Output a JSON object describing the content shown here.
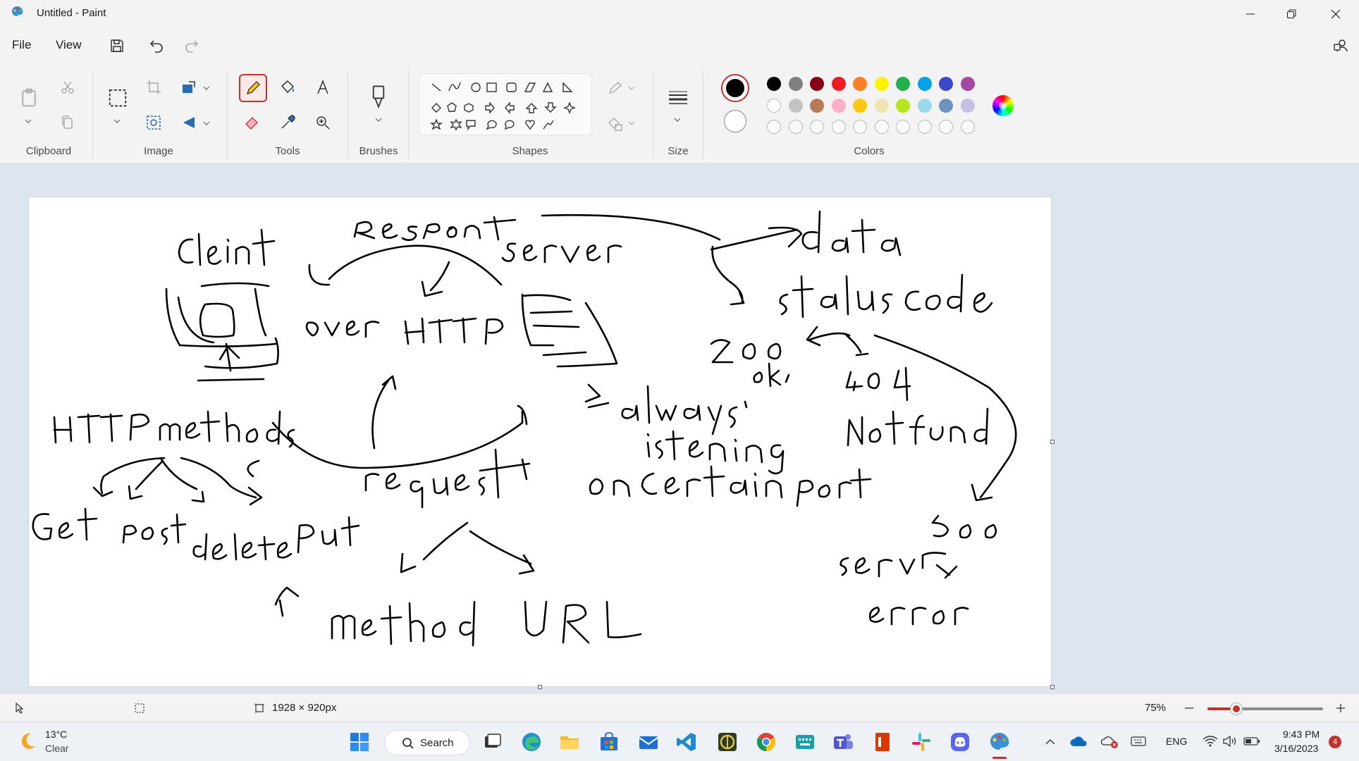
{
  "window": {
    "title": "Untitled - Paint"
  },
  "menu": {
    "file": "File",
    "view": "View"
  },
  "ribbon": {
    "groups": {
      "clipboard": "Clipboard",
      "image": "Image",
      "tools": "Tools",
      "brushes": "Brushes",
      "shapes": "Shapes",
      "size": "Size",
      "colors": "Colors"
    },
    "palette_row1": [
      "#000000",
      "#7f7f7f",
      "#880015",
      "#ed1c24",
      "#ff7f27",
      "#fff200",
      "#22b14c",
      "#00a2e8",
      "#3f48cc",
      "#a349a4"
    ],
    "palette_row2": [
      "#ffffff",
      "#c3c3c3",
      "#b97a57",
      "#ffaec9",
      "#ffc90e",
      "#efe4b0",
      "#b5e61d",
      "#99d9ea",
      "#7092be",
      "#c8bfe7"
    ],
    "palette_row3_empty_count": 10
  },
  "status": {
    "canvas_size": "1928 × 920px",
    "zoom": "75%",
    "zoom_fraction": 0.25
  },
  "taskbar": {
    "temperature": "13°C",
    "weather": "Clear",
    "search": "Search",
    "language": "ENG",
    "time": "9:43 PM",
    "date": "3/16/2023",
    "notifications": "4"
  },
  "colors": {
    "accent": "#c4312b"
  }
}
